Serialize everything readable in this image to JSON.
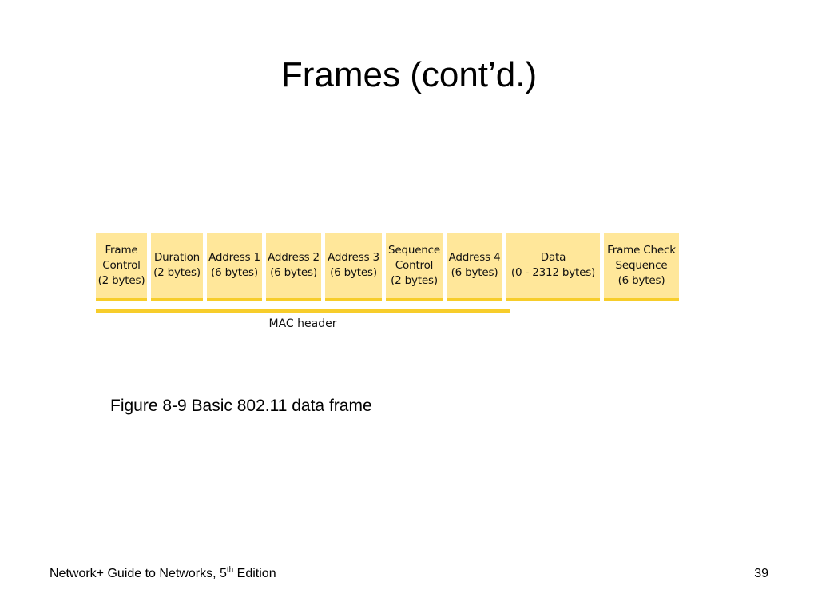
{
  "slide": {
    "title": "Frames (cont’d.)",
    "caption": "Figure 8-9 Basic 802.11 data frame",
    "footer": {
      "book_prefix": "Network+ Guide to Networks, 5",
      "edition_sup": "th",
      "edition_suffix": " Edition",
      "page_number": "39"
    }
  },
  "diagram": {
    "fields": [
      {
        "label": "Frame\nControl\n(2 bytes)"
      },
      {
        "label": "Duration\n(2 bytes)"
      },
      {
        "label": "Address 1\n(6 bytes)"
      },
      {
        "label": "Address 2\n(6 bytes)"
      },
      {
        "label": "Address 3\n(6 bytes)"
      },
      {
        "label": "Sequence\nControl\n(2 bytes)"
      },
      {
        "label": "Address 4\n(6 bytes)"
      },
      {
        "label": "Data\n(0 - 2312 bytes)"
      },
      {
        "label": "Frame Check\nSequence\n(6 bytes)"
      }
    ],
    "mac_header_label": "MAC header",
    "colors": {
      "field_fill": "#ffe79a",
      "accent": "#f7cd2a"
    }
  }
}
